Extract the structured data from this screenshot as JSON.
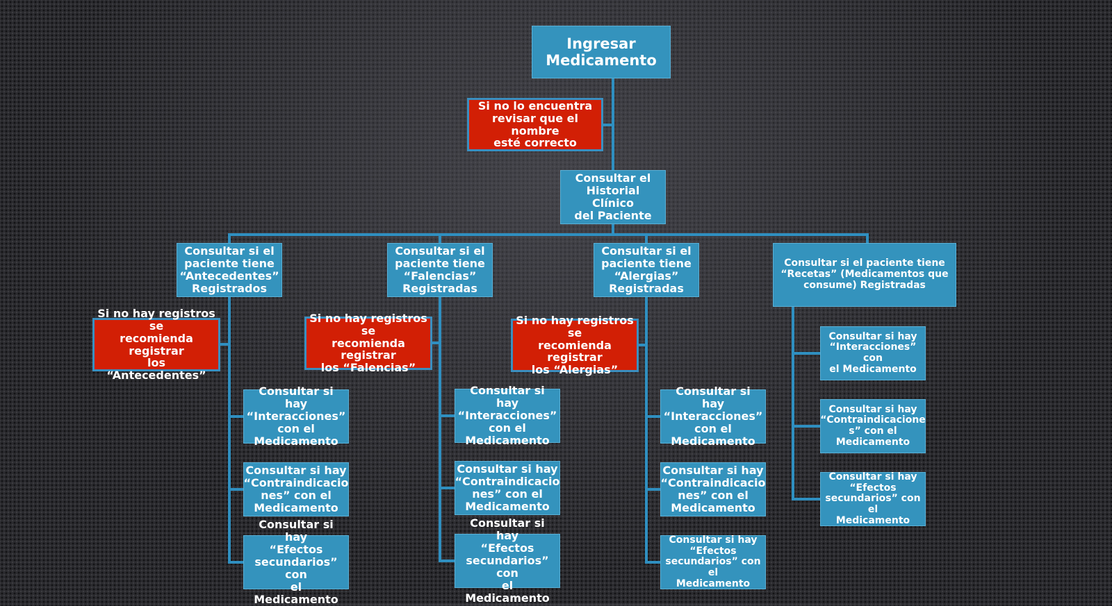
{
  "diagram": {
    "root": "Ingresar\nMedicamento",
    "note_name": "Si no lo encuentra\nrevisar que el nombre\nesté correcto",
    "historial": "Consultar el\nHistorial Clínico\ndel Paciente",
    "columns": [
      {
        "header": "Consultar si el\npaciente tiene\n“Antecedentes”\nRegistrados",
        "warning": "Si no hay registros se\nrecomienda registrar\nlos “Antecedentes”",
        "checks": [
          "Consultar si hay\n“Interacciones”\ncon el\nMedicamento",
          "Consultar si hay\n“Contraindicacio\nnes” con el\nMedicamento",
          "Consultar si hay\n“Efectos\nsecundarios” con\nel Medicamento"
        ]
      },
      {
        "header": "Consultar si el\npaciente tiene\n“Falencias”\nRegistradas",
        "warning": "Si no hay registros se\nrecomienda registrar\nlos “Falencias”",
        "checks": [
          "Consultar si hay\n“Interacciones”\ncon el\nMedicamento",
          "Consultar si hay\n“Contraindicacio\nnes” con el\nMedicamento",
          "Consultar si hay\n“Efectos\nsecundarios” con\nel Medicamento"
        ]
      },
      {
        "header": "Consultar si el\npaciente tiene\n“Alergias”\nRegistradas",
        "warning": "Si no hay registros se\nrecomienda registrar\nlos “Alergias”",
        "checks": [
          "Consultar si hay\n“Interacciones”\ncon el\nMedicamento",
          "Consultar si hay\n“Contraindicacio\nnes” con el\nMedicamento",
          "Consultar si hay\n“Efectos\nsecundarios” con el\nMedicamento"
        ]
      },
      {
        "header": "Consultar si el paciente tiene\n“Recetas”  (Medicamentos que\nconsume) Registradas",
        "checks": [
          "Consultar si hay\n“Interacciones” con\nel Medicamento",
          "Consultar si hay\n“Contraindicacione\ns” con el\nMedicamento",
          "Consultar si hay\n“Efectos\nsecundarios” con el\nMedicamento"
        ]
      }
    ]
  },
  "colors": {
    "box_blue": "#3493bd",
    "box_red": "#d21f05",
    "connector": "#2f8fc0",
    "background": "#2b2b2f"
  }
}
